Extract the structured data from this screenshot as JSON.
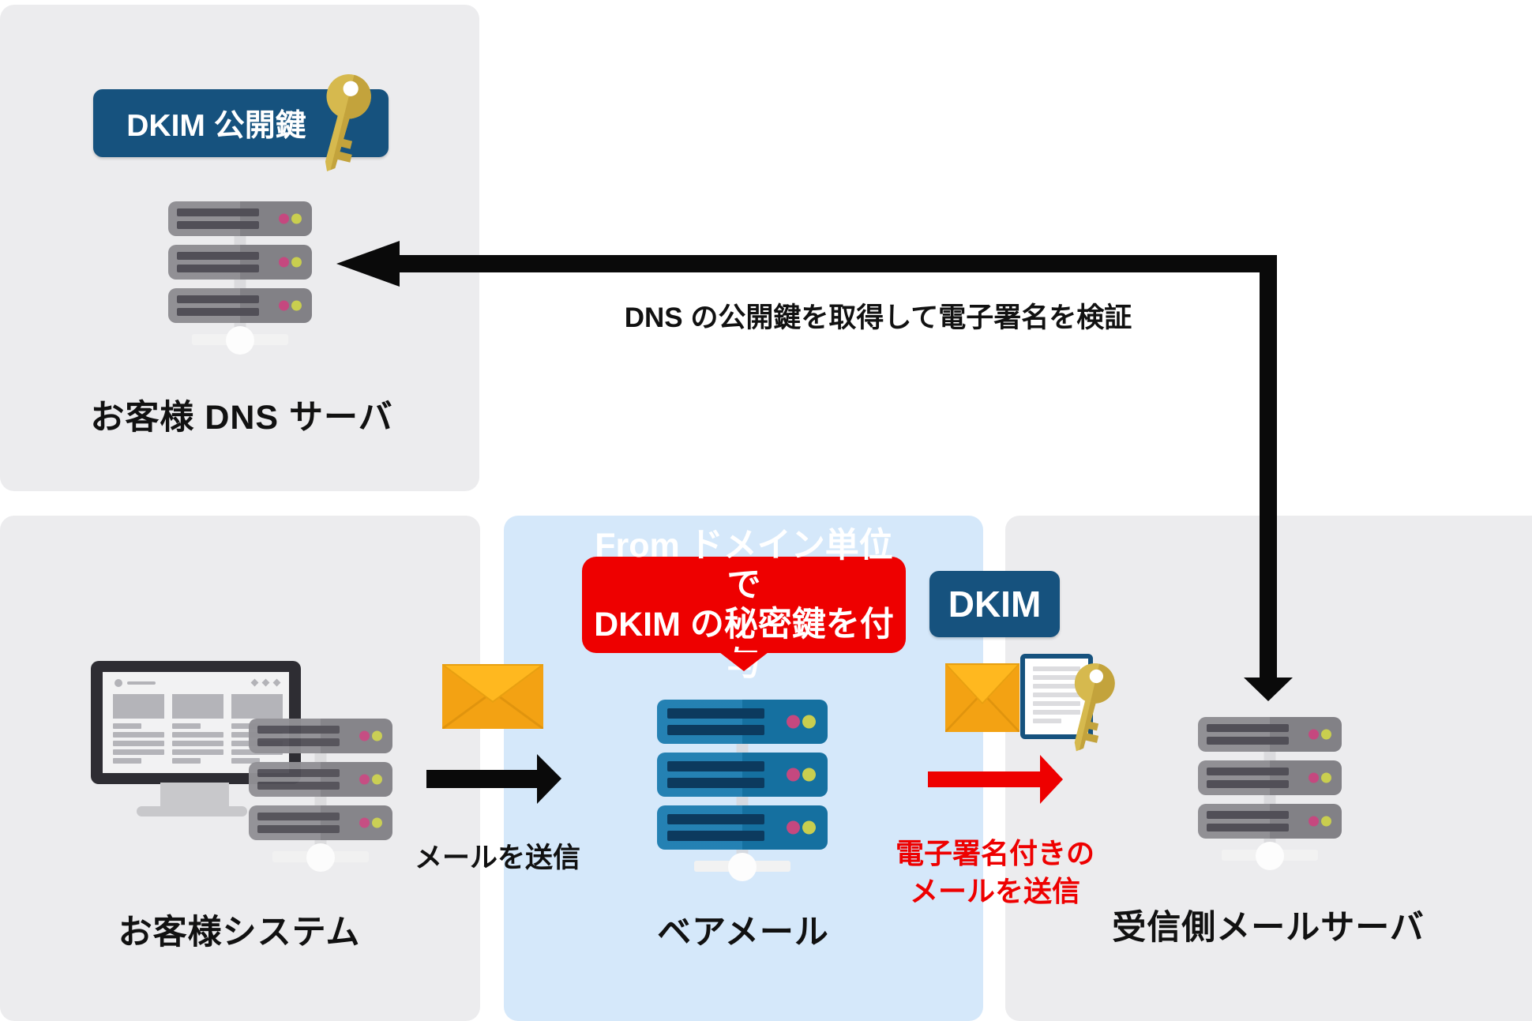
{
  "boxes": {
    "dns": {
      "label": "お客様 DNS サーバ"
    },
    "customer": {
      "label": "お客様システム"
    },
    "baremail": {
      "label": "ベアメール"
    },
    "receiver": {
      "label": "受信側メールサーバ"
    }
  },
  "badges": {
    "dkim_public_key": "DKIM 公開鍵",
    "dkim": "DKIM"
  },
  "callout": {
    "line1": "From ドメイン単位で",
    "line2": "DKIM の秘密鍵を付与"
  },
  "labels": {
    "verify_flow": "DNS の公開鍵を取得して電子署名を検証",
    "send_mail": "メールを送信",
    "signed_mail_line1": "電子署名付きの",
    "signed_mail_line2": "メールを送信"
  },
  "icons": {
    "dns_server": "server-stack-icon",
    "customer_monitor": "monitor-icon",
    "customer_server": "server-stack-icon",
    "baremail_server": "server-stack-icon",
    "receiver_server": "server-stack-icon",
    "mail_left": "envelope-icon",
    "mail_right": "envelope-icon",
    "signed_document": "document-icon",
    "public_key": "key-icon",
    "private_key": "key-icon"
  },
  "colors": {
    "accent_blue": "#16527e",
    "accent_red": "#ee0000",
    "panel_gray": "#ececee",
    "panel_light_blue": "#d5e8fa",
    "server_gray": "#8a898e",
    "server_blue": "#1779ae",
    "envelope_orange": "#f3a213",
    "key_gold": "#d6b94e",
    "arrow_black": "#0a0a0a"
  }
}
